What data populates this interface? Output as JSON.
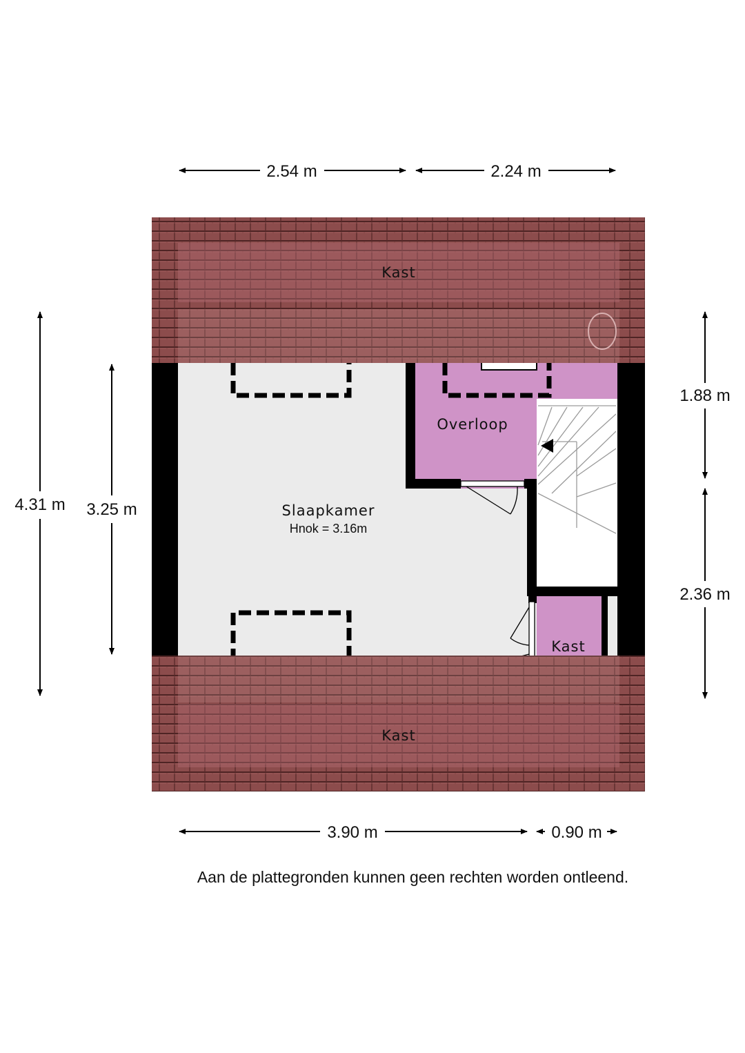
{
  "dimensions": {
    "top_left": "2.54 m",
    "top_right": "2.24 m",
    "left_outer": "4.31 m",
    "left_inner": "3.25 m",
    "right_upper": "1.88 m",
    "right_lower": "2.36 m",
    "bottom_left": "3.90 m",
    "bottom_right": "0.90 m"
  },
  "rooms": {
    "kast_top": "Kast",
    "kast_bottom": "Kast",
    "kast_small": "Kast",
    "overloop": "Overloop",
    "slaapkamer": "Slaapkamer",
    "slaapkamer_sub": "Hnok = 3.16m"
  },
  "disclaimer": "Aan de plattegronden kunnen geen rechten worden ontleend.",
  "colors": {
    "roof": "#8a4a4a",
    "overloop": "#cf93c7",
    "floor": "#ebebeb",
    "wall": "#000000"
  }
}
